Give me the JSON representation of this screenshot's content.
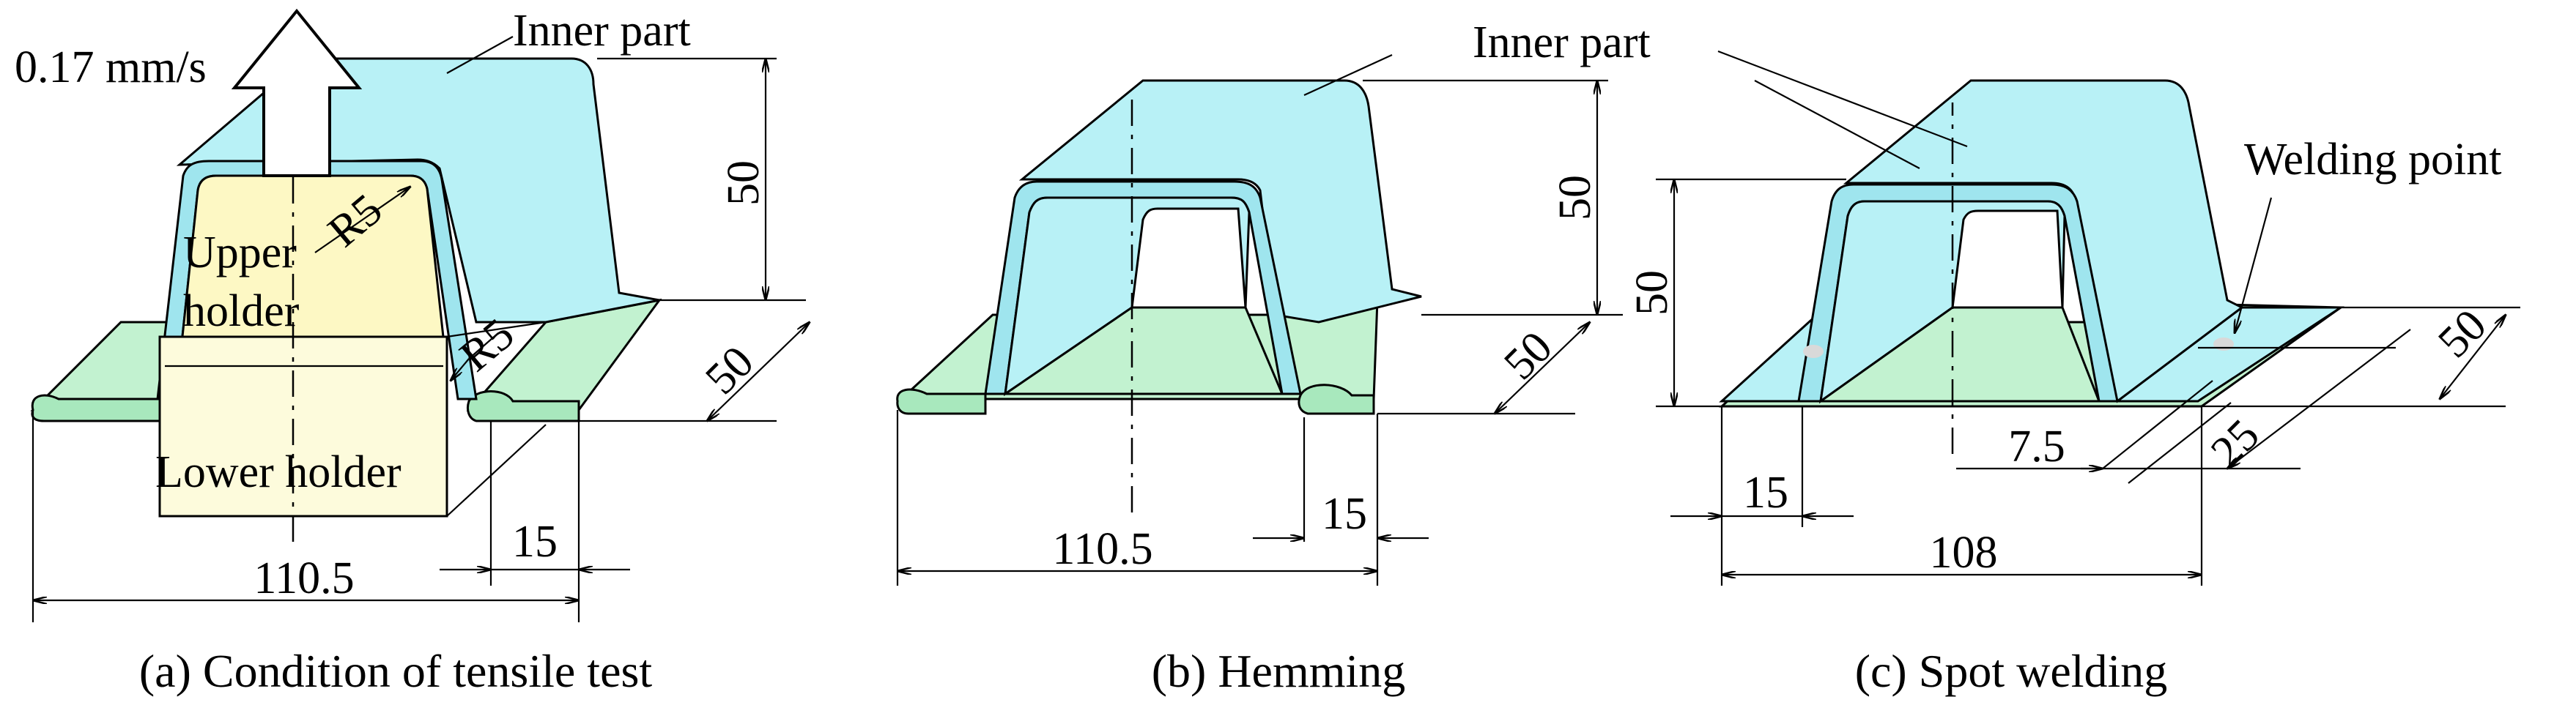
{
  "panel_a": {
    "speed_label": "0.17 mm/s",
    "inner_part_label": "Inner part",
    "radius_top_label": "R5",
    "radius_bottom_label": "R5",
    "upper_holder_line1": "Upper",
    "upper_holder_line2": "holder",
    "lower_holder_label": "Lower holder",
    "dim_height": "50",
    "dim_depth": "50",
    "dim_width": "110.5",
    "dim_flange": "15",
    "caption": "(a) Condition of tensile test"
  },
  "panel_b": {
    "inner_part_label": "Inner part",
    "dim_height": "50",
    "dim_depth": "50",
    "dim_width": "110.5",
    "dim_flange": "15",
    "caption": "(b) Hemming"
  },
  "panel_c": {
    "welding_point_label": "Welding point",
    "dim_height": "50",
    "dim_depth": "50",
    "dim_weld_pitch": "25",
    "dim_weld_offset": "7.5",
    "dim_width": "108",
    "dim_flange": "15",
    "caption": "(c) Spot welding"
  },
  "colors": {
    "inner_part": "#b8f1f6",
    "outer_part": "#c2f2d0",
    "upper_holder": "#fdf8c4",
    "lower_holder": "#fdfbdc"
  }
}
